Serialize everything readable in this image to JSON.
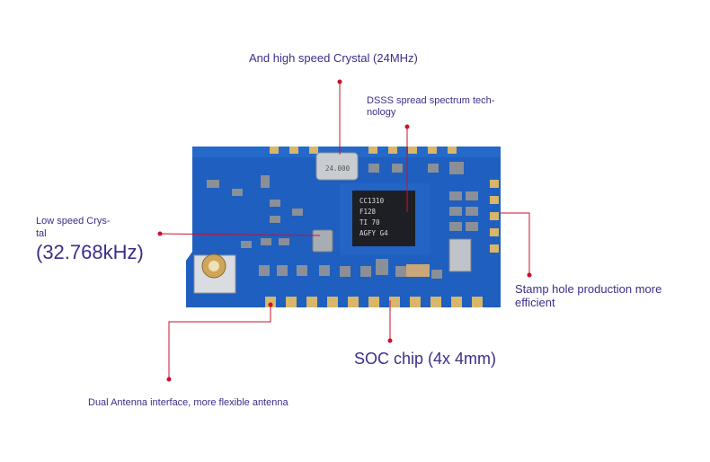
{
  "labels": {
    "crystal_24": "And high speed Crystal (24MHz)",
    "dsss": "DSSS spread spectrum tech-nology",
    "low_speed_line1": "Low speed Crys-",
    "low_speed_line2": "tal",
    "low_speed_freq": "(32.768kHz)",
    "stamp_hole": "Stamp hole production more efficient",
    "soc_chip": "SOC chip (4x 4mm)",
    "dual_antenna": "Dual Antenna interface, more flexible antenna"
  },
  "chip_markings": {
    "line1": "CC1310",
    "line2": "F128",
    "line3": "TI  70",
    "line4": "AGFY G4",
    "crystal_marking": "24.000"
  },
  "colors": {
    "label": "#3b2f8a",
    "pointer": "#c8102e",
    "pcb": "#1f5fbf",
    "pcb_dark": "#184b99"
  }
}
